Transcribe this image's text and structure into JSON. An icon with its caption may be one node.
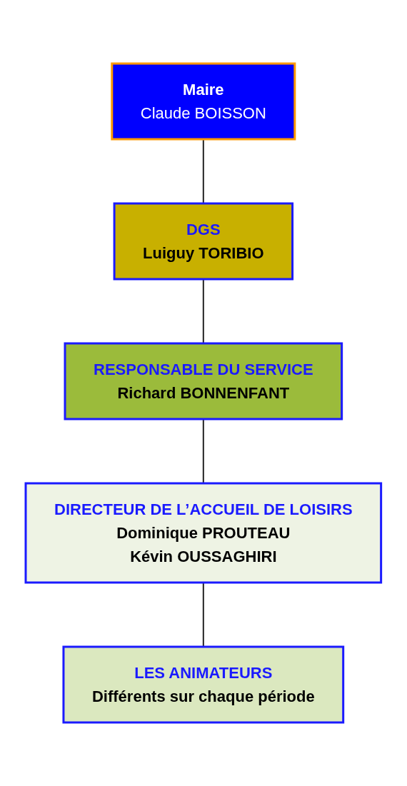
{
  "diagram": {
    "nodes": [
      {
        "text": [
          "Maire",
          "Claude BOISSON"
        ]
      },
      {
        "text": [
          "DGS",
          "Luiguy TORIBIO"
        ]
      },
      {
        "text": [
          "RESPONSABLE DU SERVICE",
          "Richard BONNENFANT"
        ]
      },
      {
        "text": [
          "DIRECTEUR DE L’ACCUEIL DE LOISIRS",
          "Dominique PROUTEAU",
          "Kévin OUSSAGHIRI"
        ]
      },
      {
        "text": [
          "LES ANIMATEURS",
          "Différents sur chaque période"
        ]
      }
    ],
    "edges": [
      {
        "from": 0,
        "to": 1,
        "arrow": "none"
      },
      {
        "from": 1,
        "to": 2,
        "arrow": "none"
      },
      {
        "from": 2,
        "to": 3,
        "arrow": "none"
      },
      {
        "from": 3,
        "to": 4,
        "arrow": "none"
      }
    ]
  }
}
